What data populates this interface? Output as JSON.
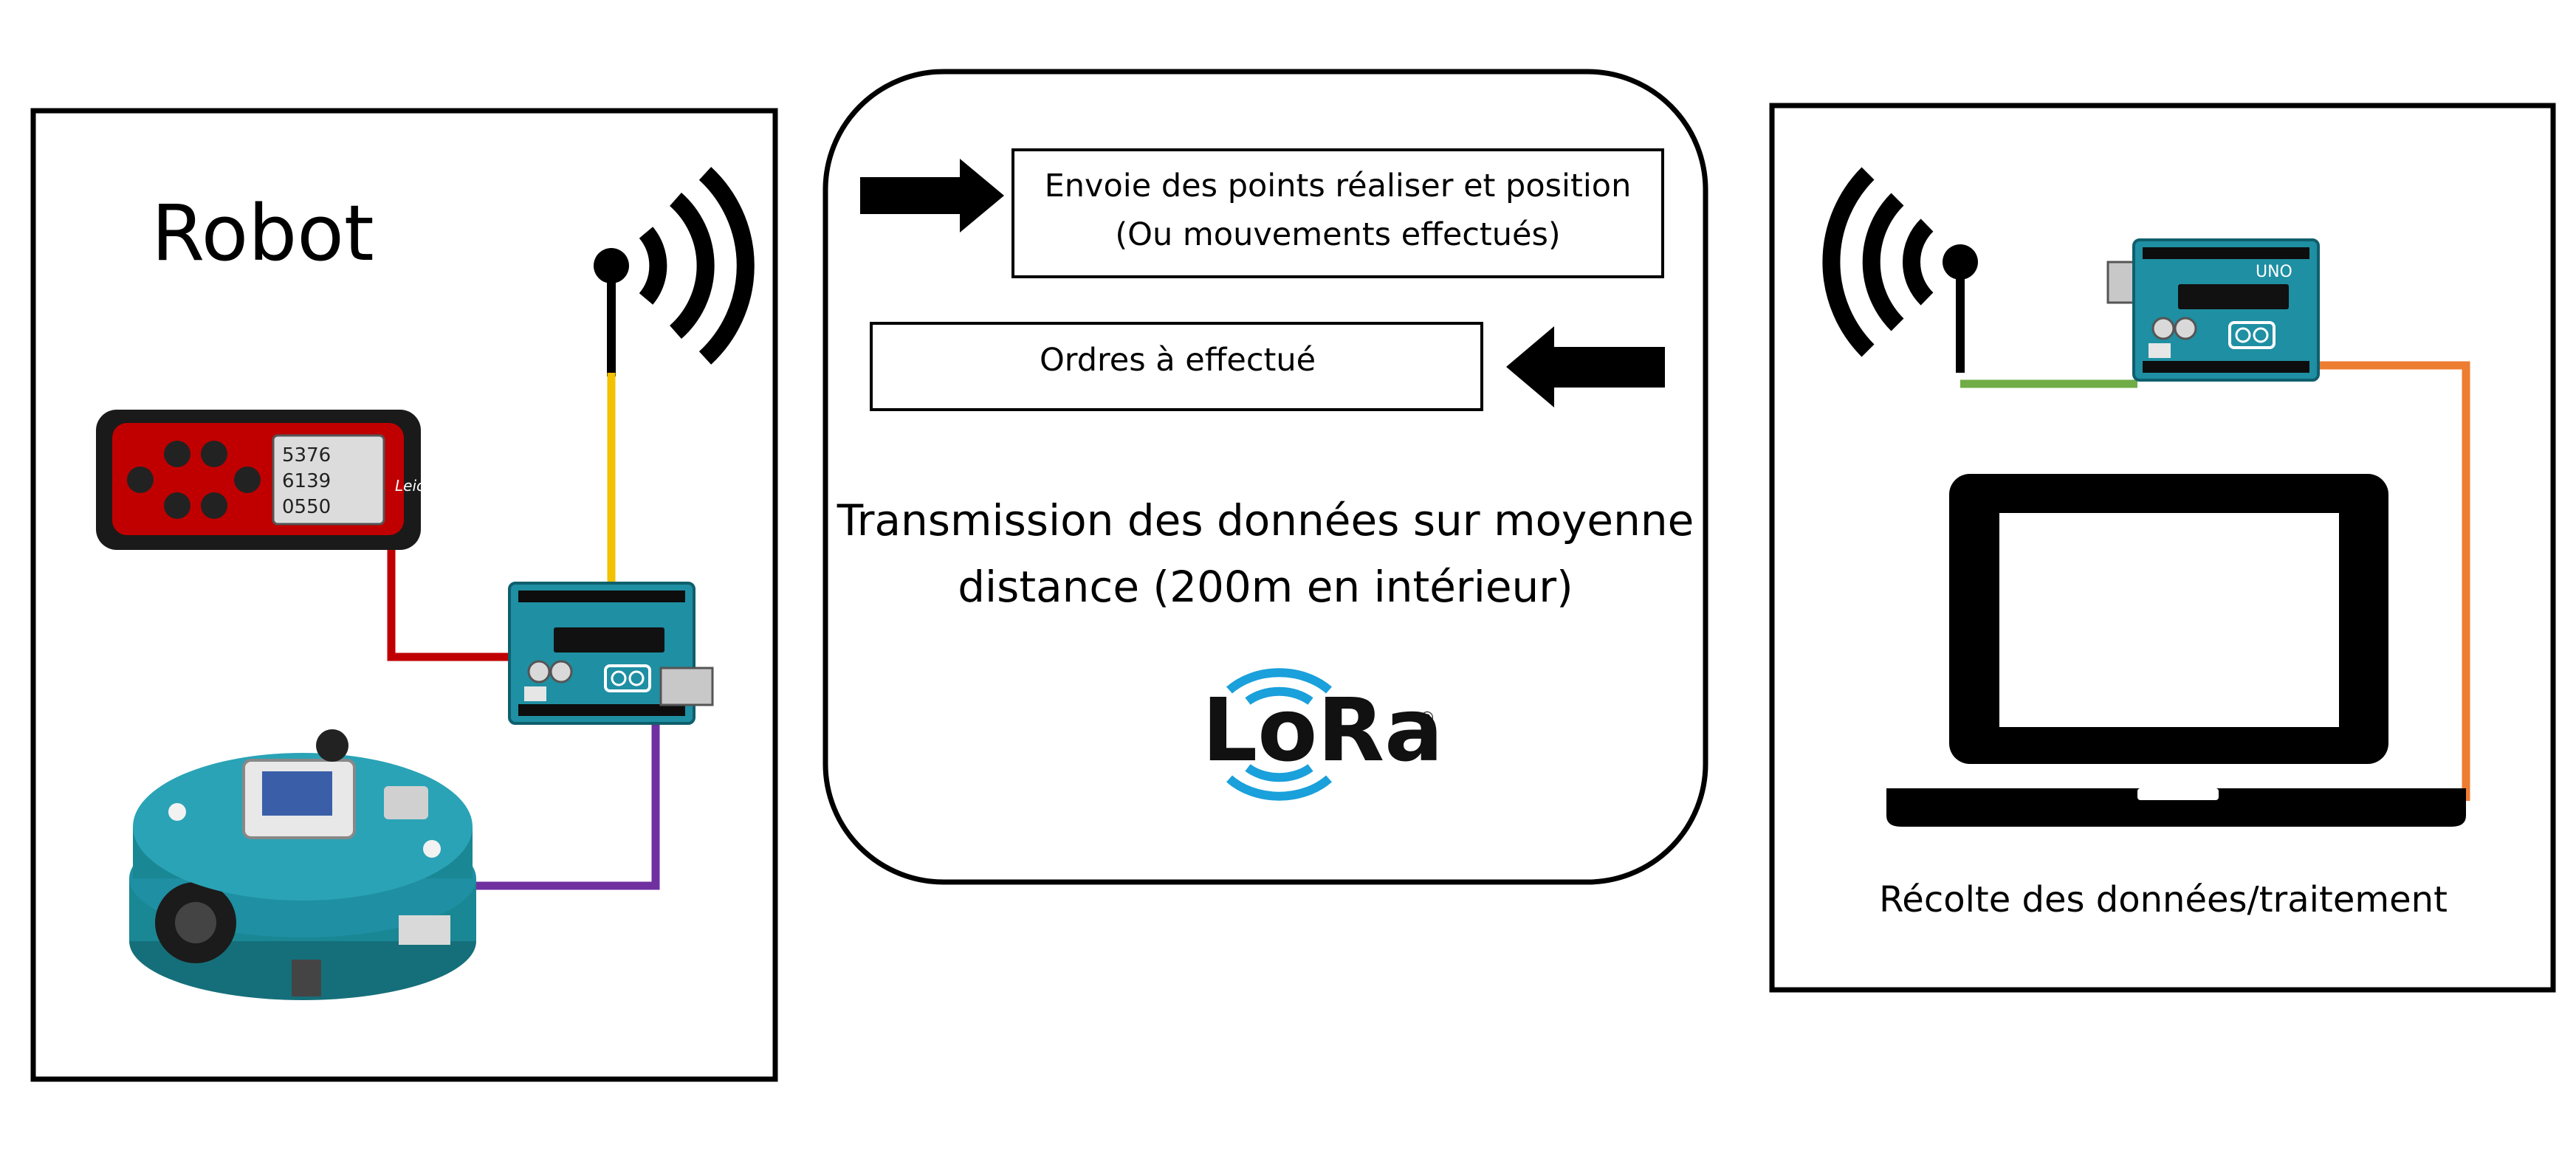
{
  "robot_panel": {
    "title": "Robot",
    "rangefinder_brand": "Leica",
    "rangefinder_readouts": [
      "5376",
      "6139",
      "0550"
    ]
  },
  "center_panel": {
    "message_to_pc_line1": "Envoie des points réaliser et position",
    "message_to_pc_line2": "(Ou mouvements effectués)",
    "message_to_robot": "Ordres à effectué",
    "transmission_line1": "Transmission des données sur moyenne",
    "transmission_line2": "distance (200m en intérieur)",
    "logo_text": "LoRa",
    "logo_mark": "®"
  },
  "pc_panel": {
    "caption": "Récolte des données/traitement",
    "board_label": "UNO"
  },
  "colors": {
    "wire_yellow": "#F2C100",
    "wire_red": "#C00000",
    "wire_purple": "#7030A0",
    "wire_green": "#70AD47",
    "wire_orange": "#ED7D31",
    "arduino_teal": "#1F8FA3",
    "lora_blue": "#1AA0DB"
  },
  "icons": [
    "antenna-icon",
    "arduino-board-icon",
    "rangefinder-icon",
    "robot-icon",
    "laptop-icon",
    "arrow-right-icon",
    "arrow-left-icon",
    "lora-logo-icon"
  ]
}
